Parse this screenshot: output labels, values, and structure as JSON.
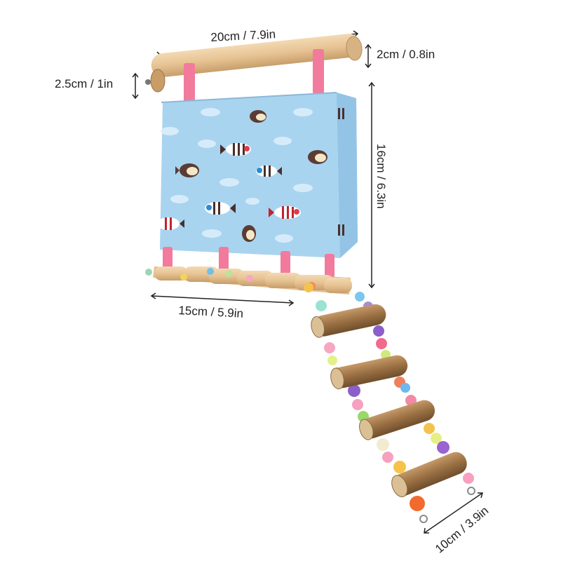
{
  "product": {
    "colors": {
      "wood_light": "#e9c89c",
      "wood_dark": "#b98e5a",
      "fabric": "#a8d4f0",
      "strap": "#f27b9d",
      "branch": "#9a7043"
    }
  },
  "dimensions": {
    "top_width": "20cm / 7.9in",
    "bar_diameter": "2cm / 0.8in",
    "bar_offset": "2.5cm / 1in",
    "height": "16cm / 6.3in",
    "base_width": "15cm / 5.9in",
    "ladder_width": "10cm / 3.9in"
  }
}
